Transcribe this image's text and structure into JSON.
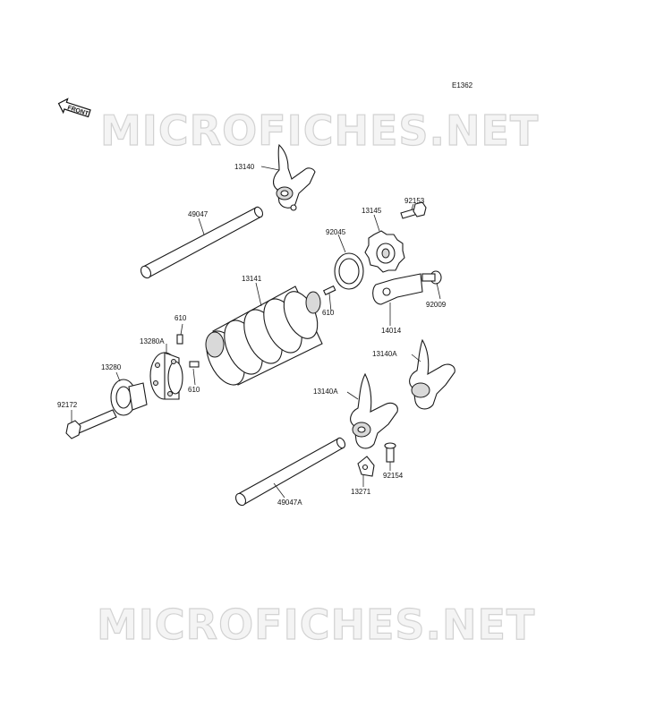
{
  "diagram_code": "E1362",
  "front_label": "FRONT",
  "watermark": "MICROFICHES.NET",
  "parts": [
    {
      "id": "p13140",
      "number": "13140"
    },
    {
      "id": "p49047",
      "number": "49047"
    },
    {
      "id": "p13145",
      "number": "13145"
    },
    {
      "id": "p92153",
      "number": "92153"
    },
    {
      "id": "p92045",
      "number": "92045"
    },
    {
      "id": "p13141",
      "number": "13141"
    },
    {
      "id": "p610a",
      "number": "610"
    },
    {
      "id": "p92009",
      "number": "92009"
    },
    {
      "id": "p610b",
      "number": "610"
    },
    {
      "id": "p14014",
      "number": "14014"
    },
    {
      "id": "p13280A",
      "number": "13280A"
    },
    {
      "id": "p13140A1",
      "number": "13140A"
    },
    {
      "id": "p13280",
      "number": "13280"
    },
    {
      "id": "p610c",
      "number": "610"
    },
    {
      "id": "p13140A2",
      "number": "13140A"
    },
    {
      "id": "p92172",
      "number": "92172"
    },
    {
      "id": "p92154",
      "number": "92154"
    },
    {
      "id": "p13271",
      "number": "13271"
    },
    {
      "id": "p49047A",
      "number": "49047A"
    }
  ]
}
